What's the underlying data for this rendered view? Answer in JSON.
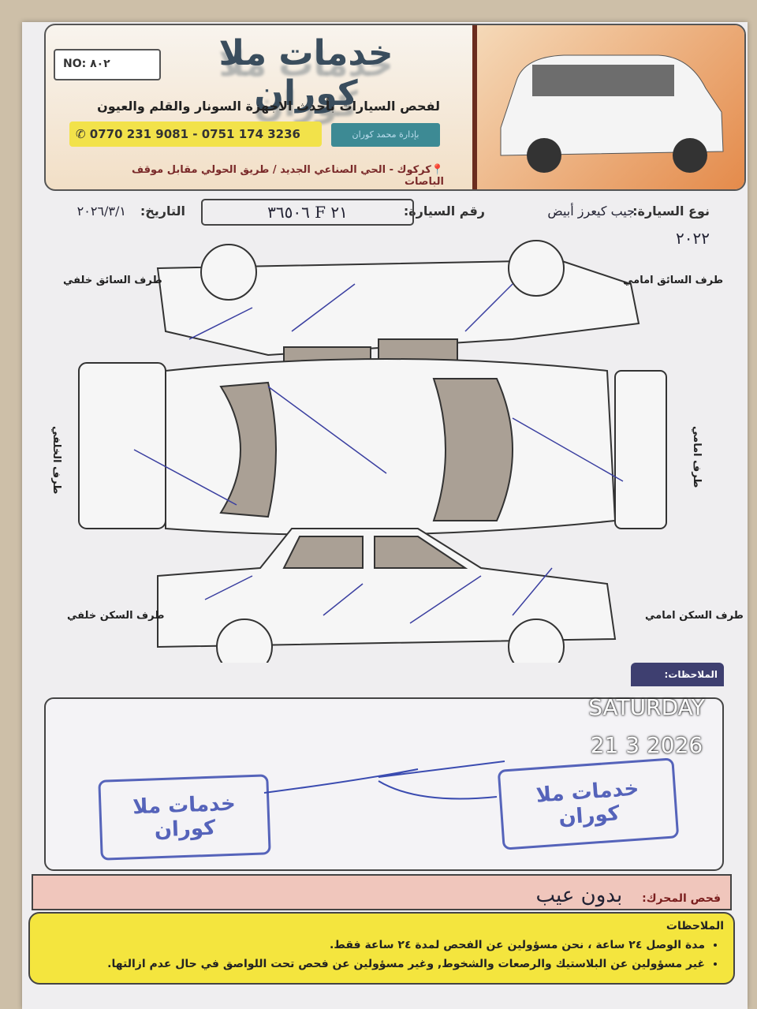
{
  "header": {
    "number": "NO: ٨٠٢",
    "brand": "خدمات ملا كوران",
    "tagline": "لفحص السيارات بأحدث الاجهزة السونار والقلم والعيون",
    "phones": "0770 231 9081 - 0751 174 3236",
    "badge": "بإدارة محمد كوران",
    "address": "كركوك - الحي الصناعي الجديد / طريق الحولي مقابل موقف الباصات"
  },
  "form": {
    "car_type_label": "نوع السيارة:",
    "car_type_value": "جيب كيعرز أبيض",
    "plate_label": "رقم السيارة:",
    "plate_value": "٢١ F ٣٦٥٠٦",
    "date_label": "التاريخ:",
    "date_value": "٢٠٢٦/٣/١",
    "year_note": "٢٠٢٢"
  },
  "diagram": {
    "driver_rear": "طرف السائق خلفي",
    "driver_front": "طرف السائق امامي",
    "rear": "طرف الخلفي",
    "front": "طرف امامي",
    "passenger_rear": "طرف السكن خلفي",
    "passenger_front": "طرف السكن امامي",
    "ink_color": "#3a3fa0"
  },
  "notes": {
    "label": "الملاحظات:",
    "stamp": "خدمات ملا كوران"
  },
  "overlay": {
    "day": "SATURDAY",
    "date": "21 3 2026"
  },
  "engine": {
    "label": "فحص المحرك:",
    "value": "بدون عيب"
  },
  "rules": {
    "title": "الملاحظات",
    "items": [
      "مدة الوصل ٢٤ ساعة ، نحن مسؤولين عن الفحص لمدة ٢٤ ساعة فقط.",
      "غير مسؤولين عن البلاستيك والرصعات والشخوط, وغير مسؤولين عن فحص تحت اللواصق في حال عدم ازالتها."
    ]
  }
}
